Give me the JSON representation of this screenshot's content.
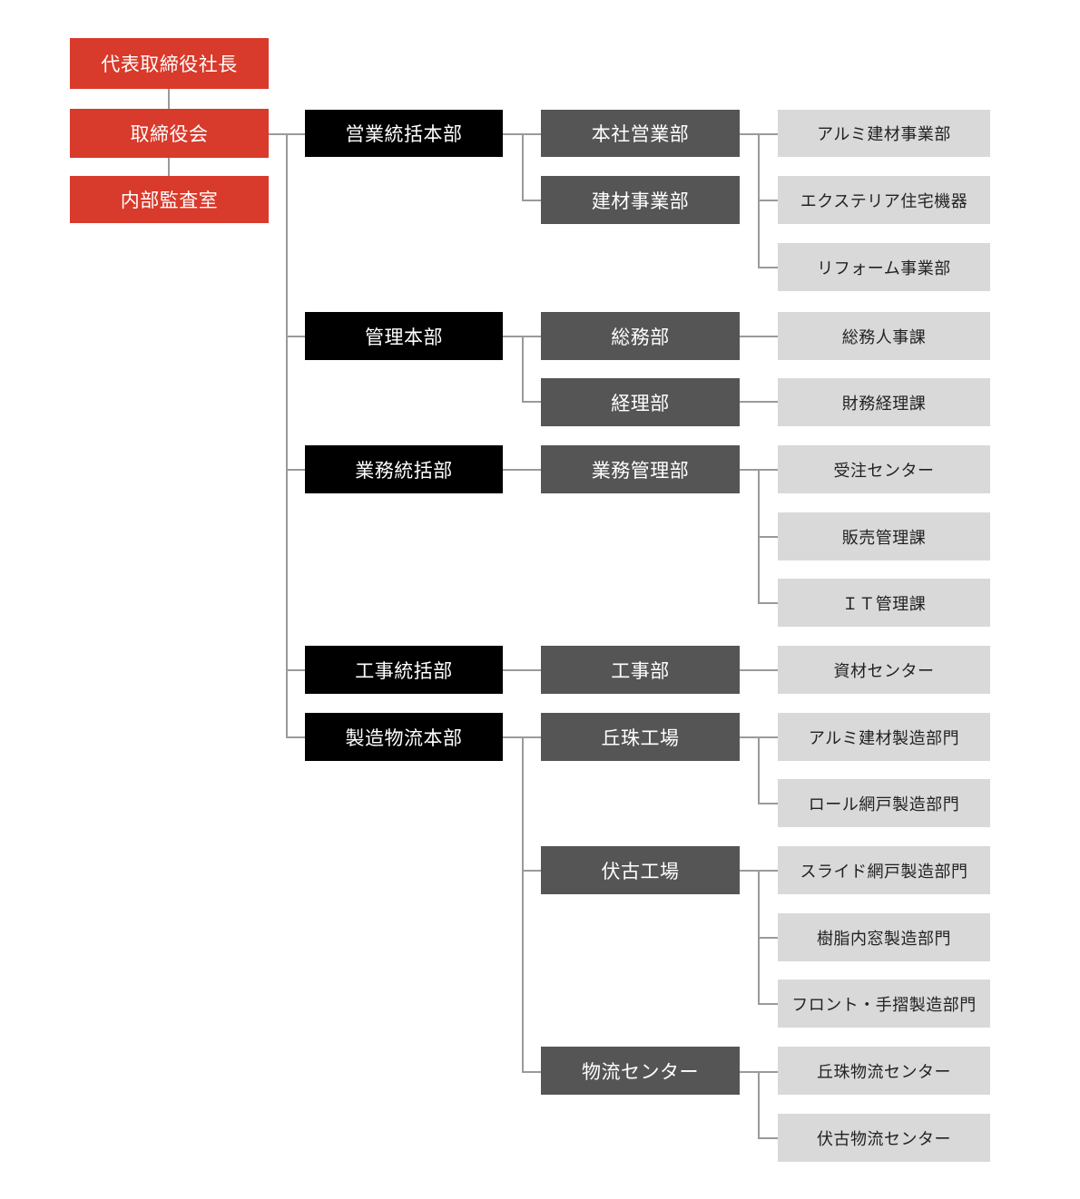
{
  "executive": {
    "president": "代表取締役社長",
    "board": "取締役会",
    "audit": "内部監査室"
  },
  "divisions": [
    {
      "name": "営業統括本部",
      "departments": [
        {
          "name": "本社営業部",
          "sections": [
            "アルミ建材事業部",
            "エクステリア住宅機器",
            "リフォーム事業部"
          ]
        },
        {
          "name": "建材事業部",
          "sections": []
        }
      ]
    },
    {
      "name": "管理本部",
      "departments": [
        {
          "name": "総務部",
          "sections": [
            "総務人事課"
          ]
        },
        {
          "name": "経理部",
          "sections": [
            "財務経理課"
          ]
        }
      ]
    },
    {
      "name": "業務統括部",
      "departments": [
        {
          "name": "業務管理部",
          "sections": [
            "受注センター",
            "販売管理課",
            "ＩＴ管理課"
          ]
        }
      ]
    },
    {
      "name": "工事統括部",
      "departments": [
        {
          "name": "工事部",
          "sections": [
            "資材センター"
          ]
        }
      ]
    },
    {
      "name": "製造物流本部",
      "departments": [
        {
          "name": "丘珠工場",
          "sections": [
            "アルミ建材製造部門",
            "ロール網戸製造部門"
          ]
        },
        {
          "name": "伏古工場",
          "sections": [
            "スライド網戸製造部門",
            "樹脂内窓製造部門",
            "フロント・手摺製造部門"
          ]
        },
        {
          "name": "物流センター",
          "sections": [
            "丘珠物流センター",
            "伏古物流センター"
          ]
        }
      ]
    }
  ],
  "colors": {
    "executive": "#d83a2b",
    "division": "#000000",
    "department": "#555555",
    "section": "#d9d9d9",
    "connector": "#9a9a9a"
  }
}
